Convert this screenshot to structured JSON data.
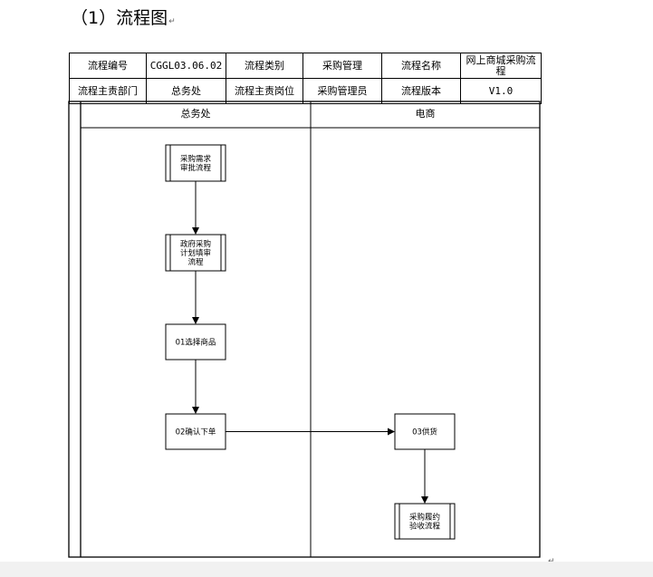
{
  "heading": "（1）流程图",
  "info_table": {
    "row1": {
      "label_code": "流程编号",
      "value_code": "CGGL03.06.02",
      "label_category": "流程类别",
      "value_category": "采购管理",
      "label_name": "流程名称",
      "value_name": "网上商城采购流程"
    },
    "row2": {
      "label_dept": "流程主责部门",
      "value_dept": "总务处",
      "label_post": "流程主责岗位",
      "value_post": "采购管理员",
      "label_version": "流程版本",
      "value_version": "V1.0"
    }
  },
  "lanes": [
    {
      "title": "总务处"
    },
    {
      "title": "电商"
    }
  ],
  "nodes": {
    "n1": {
      "lines": [
        "采购需求",
        "审批流程"
      ],
      "kind": "subprocess"
    },
    "n2": {
      "lines": [
        "政府采购",
        "计划填审",
        "流程"
      ],
      "kind": "subprocess"
    },
    "n3": {
      "lines": [
        "01选择商品"
      ],
      "kind": "process"
    },
    "n4": {
      "lines": [
        "02确认下单"
      ],
      "kind": "process"
    },
    "n5": {
      "lines": [
        "03供货"
      ],
      "kind": "process"
    },
    "n6": {
      "lines": [
        "采购履约",
        "验收流程"
      ],
      "kind": "subprocess"
    }
  },
  "edges": [
    {
      "from": "n1",
      "to": "n2"
    },
    {
      "from": "n2",
      "to": "n3"
    },
    {
      "from": "n3",
      "to": "n4"
    },
    {
      "from": "n4",
      "to": "n5"
    },
    {
      "from": "n5",
      "to": "n6"
    }
  ]
}
